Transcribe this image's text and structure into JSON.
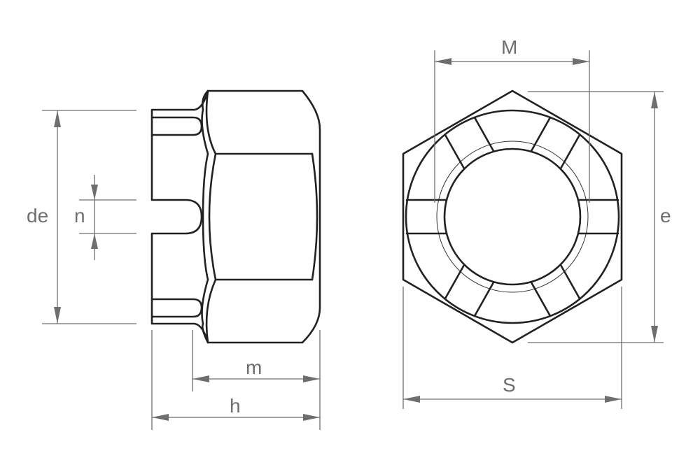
{
  "diagram": {
    "subject": "Castle nut (slotted hex nut) technical drawing",
    "views": [
      "side-view",
      "front-view"
    ],
    "colors": {
      "object_line": "#222222",
      "dimension_line": "#6e6e6e",
      "background": "#ffffff"
    }
  },
  "labels": {
    "de": "de",
    "n": "n",
    "m": "m",
    "h": "h",
    "M": "M",
    "e": "e",
    "S": "S"
  }
}
